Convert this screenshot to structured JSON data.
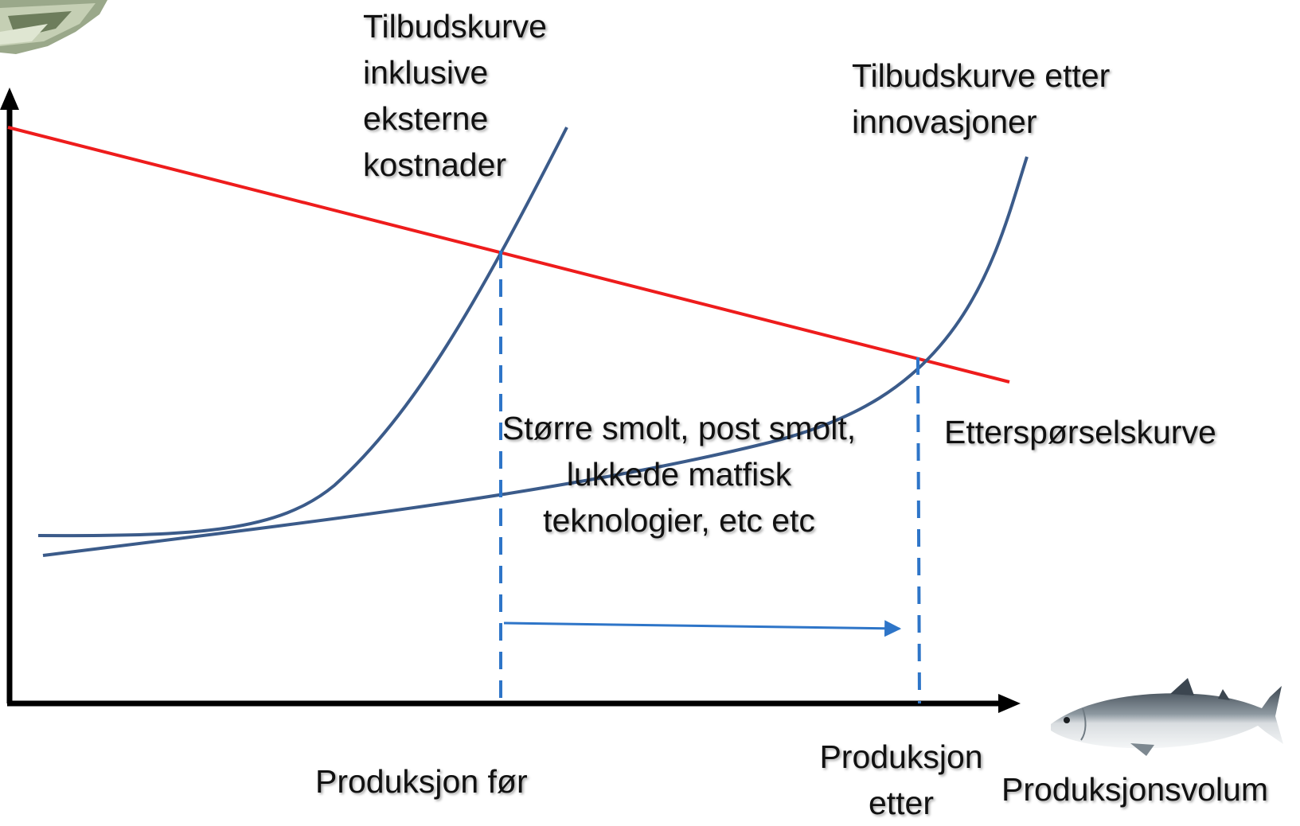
{
  "labels": {
    "supply_external": [
      "Tilbudskurve",
      "inklusive",
      "eksterne",
      "kostnader"
    ],
    "supply_innovation": [
      "Tilbudskurve etter",
      "innovasjoner"
    ],
    "demand": "Etterspørselskurve",
    "innovations": [
      "Større smolt, post smolt,",
      "lukkede matfisk",
      "teknologier, etc etc"
    ],
    "production_before": "Produksjon før",
    "production_after": [
      "Produksjon",
      "etter"
    ],
    "x_axis": "Produksjonsvolum"
  },
  "images": {
    "money_stack": "money-stack-icon",
    "salmon": "salmon-icon"
  },
  "colors": {
    "demand": "#ee1c1c",
    "supply": "#3b5b8a",
    "guide": "#2e75c8",
    "axis": "#000000"
  }
}
